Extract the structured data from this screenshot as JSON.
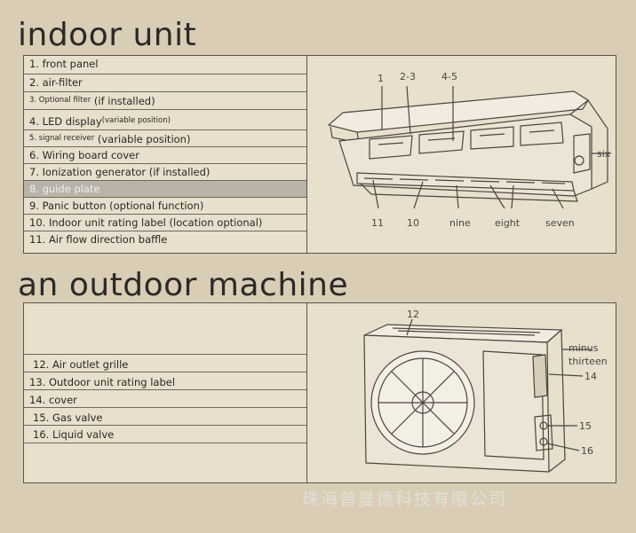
{
  "indoor": {
    "title": "indoor unit",
    "items": [
      {
        "main": "1. front panel",
        "small": ""
      },
      {
        "main": "2. air-filter",
        "small": ""
      },
      {
        "main": "",
        "small": "3. Optional filter",
        "after": " (if installed)"
      },
      {
        "main": "4. LED display",
        "small": "(variable position)",
        "after": ""
      },
      {
        "main": "",
        "small": "5. signal receiver",
        "after": " (variable position)"
      },
      {
        "main": "6. Wiring board cover",
        "small": ""
      },
      {
        "main": "7. Ionization generator (if installed)",
        "small": ""
      },
      {
        "main": "8. guide plate",
        "small": ""
      },
      {
        "main": "9. Panic button (optional function)",
        "small": ""
      },
      {
        "main": "10. Indoor unit rating label (location optional)",
        "small": ""
      },
      {
        "main": "11. Air flow direction baffle",
        "small": ""
      }
    ],
    "callouts": {
      "c1": "1",
      "c23": "2-3",
      "c45": "4-5",
      "six": "six",
      "c11": "11",
      "c10": "10",
      "nine": "nine",
      "eight": "eight",
      "seven": "seven"
    }
  },
  "outdoor": {
    "title": "an outdoor machine",
    "items": [
      "12. Air outlet grille",
      "13. Outdoor unit rating label",
      "14. cover",
      "15. Gas valve",
      "16. Liquid valve"
    ],
    "callouts": {
      "c12": "12",
      "minus": "minus",
      "thirteen": "thirteen",
      "c14": "14",
      "c15": "15",
      "c16": "16"
    }
  },
  "watermark": "珠海普曼德科技有限公司"
}
